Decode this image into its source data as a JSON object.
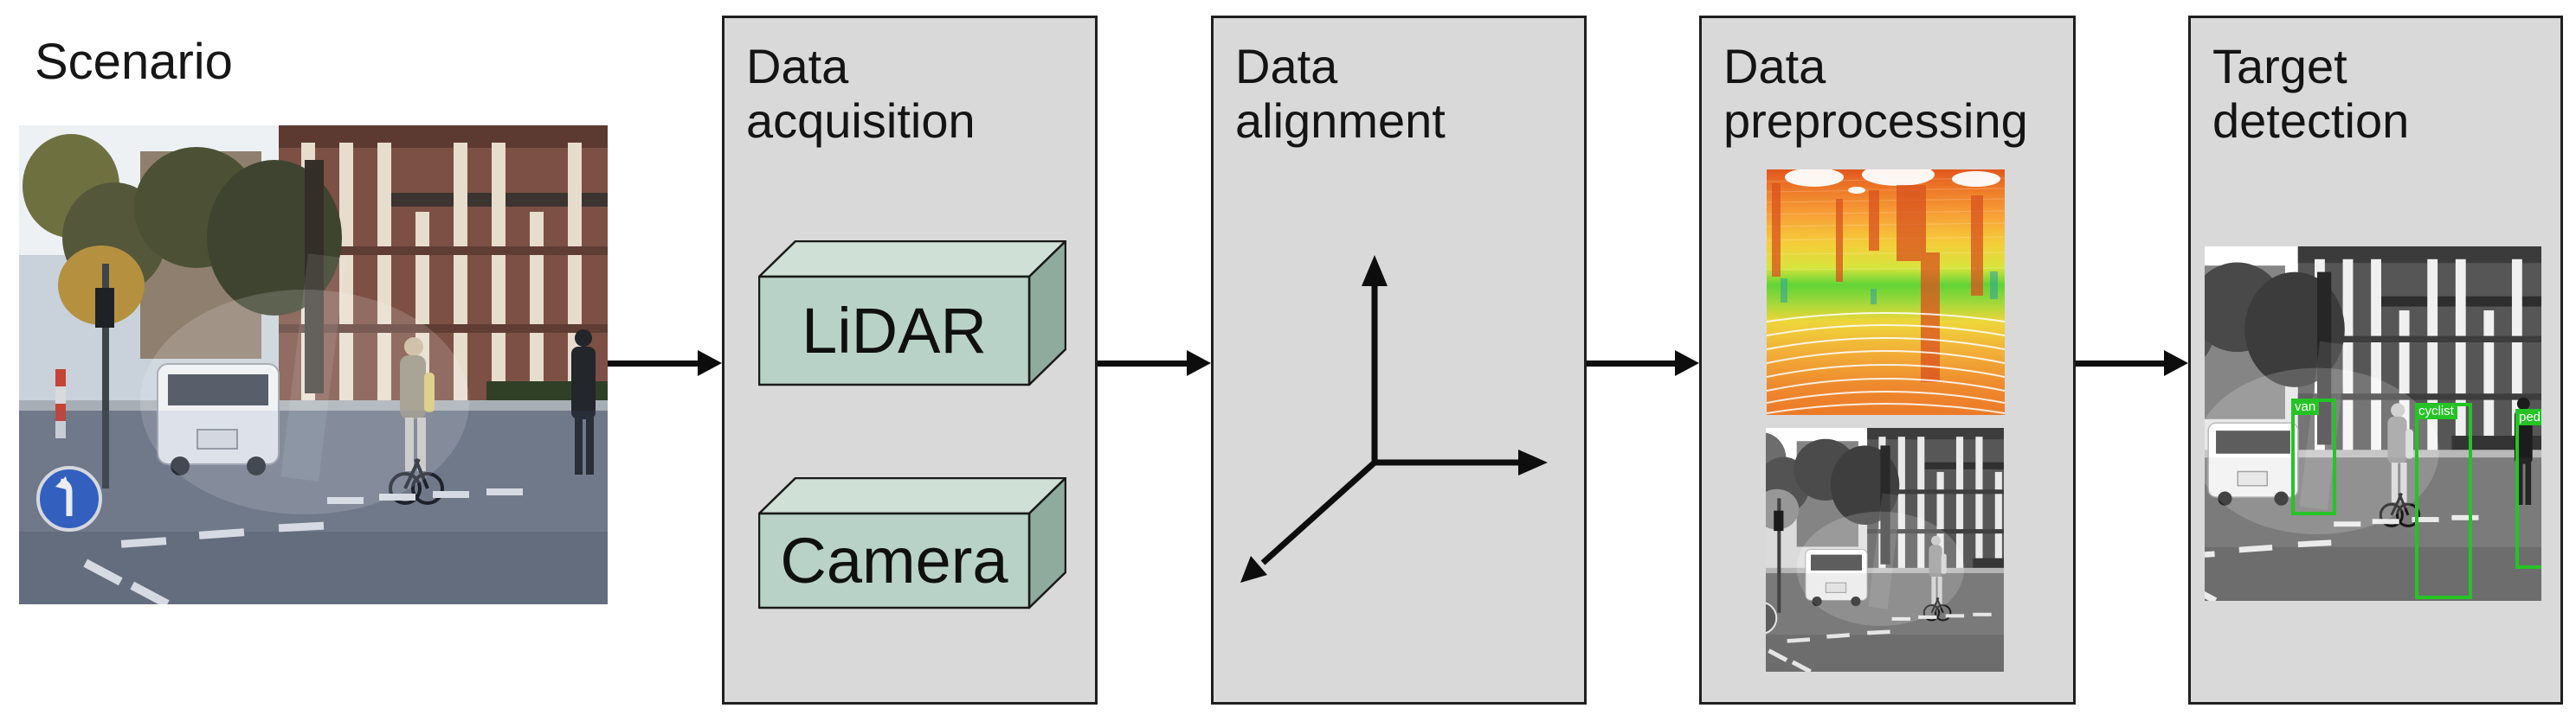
{
  "figure": {
    "scenario_label": "Scenario",
    "stages": {
      "acquisition": {
        "line1": "Data",
        "line2": "acquisition"
      },
      "alignment": {
        "line1": "Data",
        "line2": "alignment"
      },
      "preprocessing": {
        "line1": "Data",
        "line2": "preprocessing"
      },
      "detection": {
        "line1": "Target",
        "line2": "detection"
      }
    },
    "sensors": {
      "lidar": "LiDAR",
      "camera": "Camera"
    },
    "detections": {
      "van": "van",
      "cyclist": "cyclist",
      "pedestrian": "ped"
    },
    "colors": {
      "panel_bg": "#d9d9d9",
      "panel_border": "#1f1f1f",
      "cuboid_front": "#b9d2c7",
      "cuboid_top": "#cfe0d6",
      "cuboid_side": "#8fab9e",
      "arrow": "#0d0d0d",
      "bbox_green": "#25c425"
    }
  }
}
